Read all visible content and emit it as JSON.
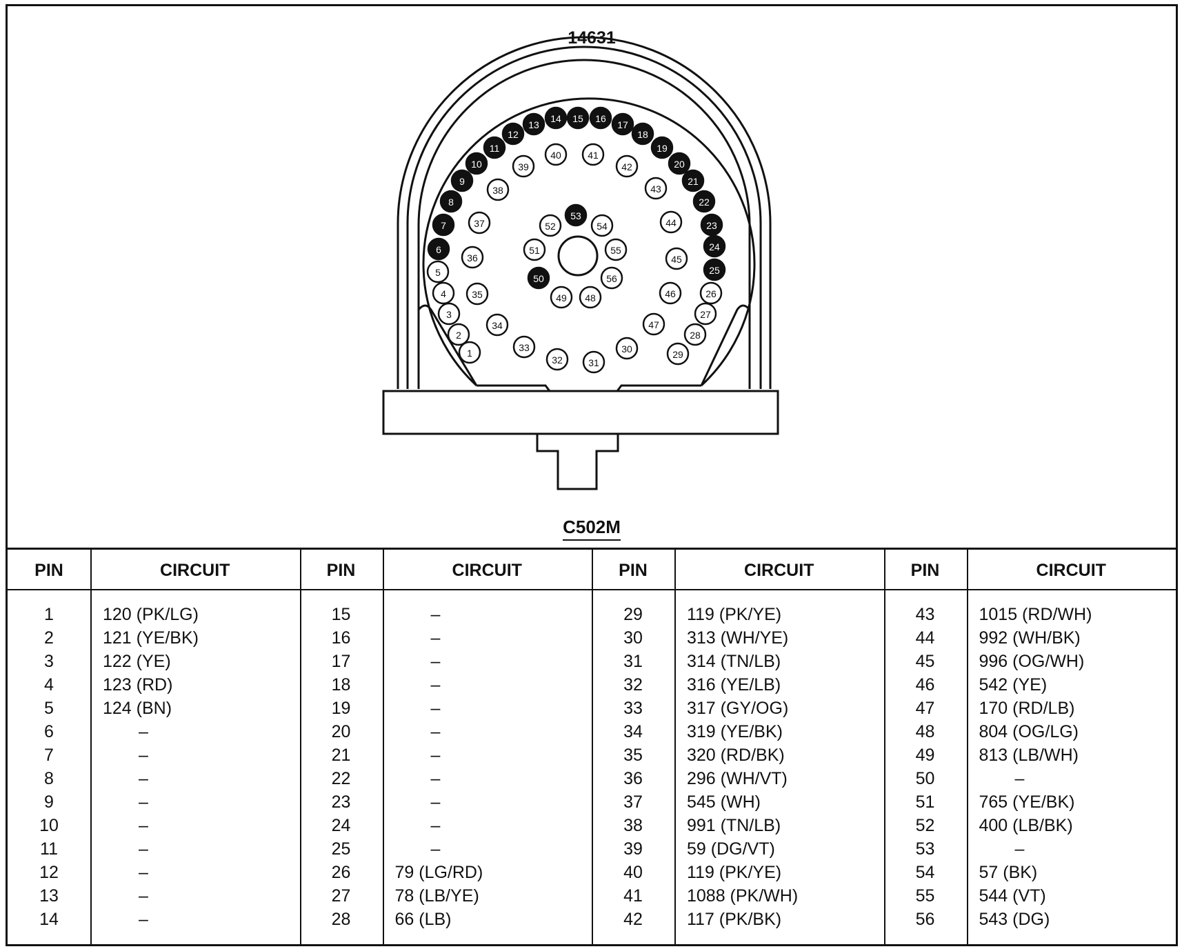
{
  "diagram": {
    "part_number": "14631",
    "connector_id": "C502M"
  },
  "pins": {
    "filled": [
      6,
      7,
      8,
      9,
      10,
      11,
      12,
      13,
      14,
      15,
      16,
      17,
      18,
      19,
      20,
      21,
      22,
      23,
      24,
      25,
      50,
      53
    ],
    "open": [
      1,
      2,
      3,
      4,
      5,
      26,
      27,
      28,
      29,
      30,
      31,
      32,
      33,
      34,
      35,
      36,
      37,
      38,
      39,
      40,
      41,
      42,
      43,
      44,
      45,
      46,
      47,
      48,
      49,
      51,
      52,
      54,
      55,
      56
    ]
  },
  "colors": {
    "line": "#111111",
    "background": "#ffffff",
    "filled_pin": "#111111"
  },
  "table": {
    "headers": {
      "pin": "PIN",
      "circuit": "CIRCUIT"
    },
    "columns": [
      {
        "rows": [
          {
            "pin": "1",
            "circuit": "120 (PK/LG)"
          },
          {
            "pin": "2",
            "circuit": "121 (YE/BK)"
          },
          {
            "pin": "3",
            "circuit": "122 (YE)"
          },
          {
            "pin": "4",
            "circuit": "123  (RD)"
          },
          {
            "pin": "5",
            "circuit": "124 (BN)"
          },
          {
            "pin": "6",
            "circuit": "–"
          },
          {
            "pin": "7",
            "circuit": "–"
          },
          {
            "pin": "8",
            "circuit": "–"
          },
          {
            "pin": "9",
            "circuit": "–"
          },
          {
            "pin": "10",
            "circuit": "–"
          },
          {
            "pin": "11",
            "circuit": "–"
          },
          {
            "pin": "12",
            "circuit": "–"
          },
          {
            "pin": "13",
            "circuit": "–"
          },
          {
            "pin": "14",
            "circuit": "–"
          }
        ]
      },
      {
        "rows": [
          {
            "pin": "15",
            "circuit": "–"
          },
          {
            "pin": "16",
            "circuit": "–"
          },
          {
            "pin": "17",
            "circuit": "–"
          },
          {
            "pin": "18",
            "circuit": "–"
          },
          {
            "pin": "19",
            "circuit": "–"
          },
          {
            "pin": "20",
            "circuit": "–"
          },
          {
            "pin": "21",
            "circuit": "–"
          },
          {
            "pin": "22",
            "circuit": "–"
          },
          {
            "pin": "23",
            "circuit": "–"
          },
          {
            "pin": "24",
            "circuit": "–"
          },
          {
            "pin": "25",
            "circuit": "–"
          },
          {
            "pin": "26",
            "circuit": "79 (LG/RD)"
          },
          {
            "pin": "27",
            "circuit": "78 (LB/YE)"
          },
          {
            "pin": "28",
            "circuit": "66 (LB)"
          }
        ]
      },
      {
        "rows": [
          {
            "pin": "29",
            "circuit": "119 (PK/YE)"
          },
          {
            "pin": "30",
            "circuit": "313 (WH/YE)"
          },
          {
            "pin": "31",
            "circuit": "314 (TN/LB)"
          },
          {
            "pin": "32",
            "circuit": "316 (YE/LB)"
          },
          {
            "pin": "33",
            "circuit": "317 (GY/OG)"
          },
          {
            "pin": "34",
            "circuit": "319 (YE/BK)"
          },
          {
            "pin": "35",
            "circuit": "320 (RD/BK)"
          },
          {
            "pin": "36",
            "circuit": "296 (WH/VT)"
          },
          {
            "pin": "37",
            "circuit": "545 (WH)"
          },
          {
            "pin": "38",
            "circuit": "991 (TN/LB)"
          },
          {
            "pin": "39",
            "circuit": "59 (DG/VT)"
          },
          {
            "pin": "40",
            "circuit": "119 (PK/YE)"
          },
          {
            "pin": "41",
            "circuit": "1088 (PK/WH)"
          },
          {
            "pin": "42",
            "circuit": "117 (PK/BK)"
          }
        ]
      },
      {
        "rows": [
          {
            "pin": "43",
            "circuit": "1015 (RD/WH)"
          },
          {
            "pin": "44",
            "circuit": "992 (WH/BK)"
          },
          {
            "pin": "45",
            "circuit": "996 (OG/WH)"
          },
          {
            "pin": "46",
            "circuit": "542 (YE)"
          },
          {
            "pin": "47",
            "circuit": "170 (RD/LB)"
          },
          {
            "pin": "48",
            "circuit": "804 (OG/LG)"
          },
          {
            "pin": "49",
            "circuit": "813 (LB/WH)"
          },
          {
            "pin": "50",
            "circuit": "–"
          },
          {
            "pin": "51",
            "circuit": "765 (YE/BK)"
          },
          {
            "pin": "52",
            "circuit": "400 (LB/BK)"
          },
          {
            "pin": "53",
            "circuit": "–"
          },
          {
            "pin": "54",
            "circuit": "57 (BK)"
          },
          {
            "pin": "55",
            "circuit": "544 (VT)"
          },
          {
            "pin": "56",
            "circuit": "543 (DG)"
          }
        ]
      }
    ]
  }
}
